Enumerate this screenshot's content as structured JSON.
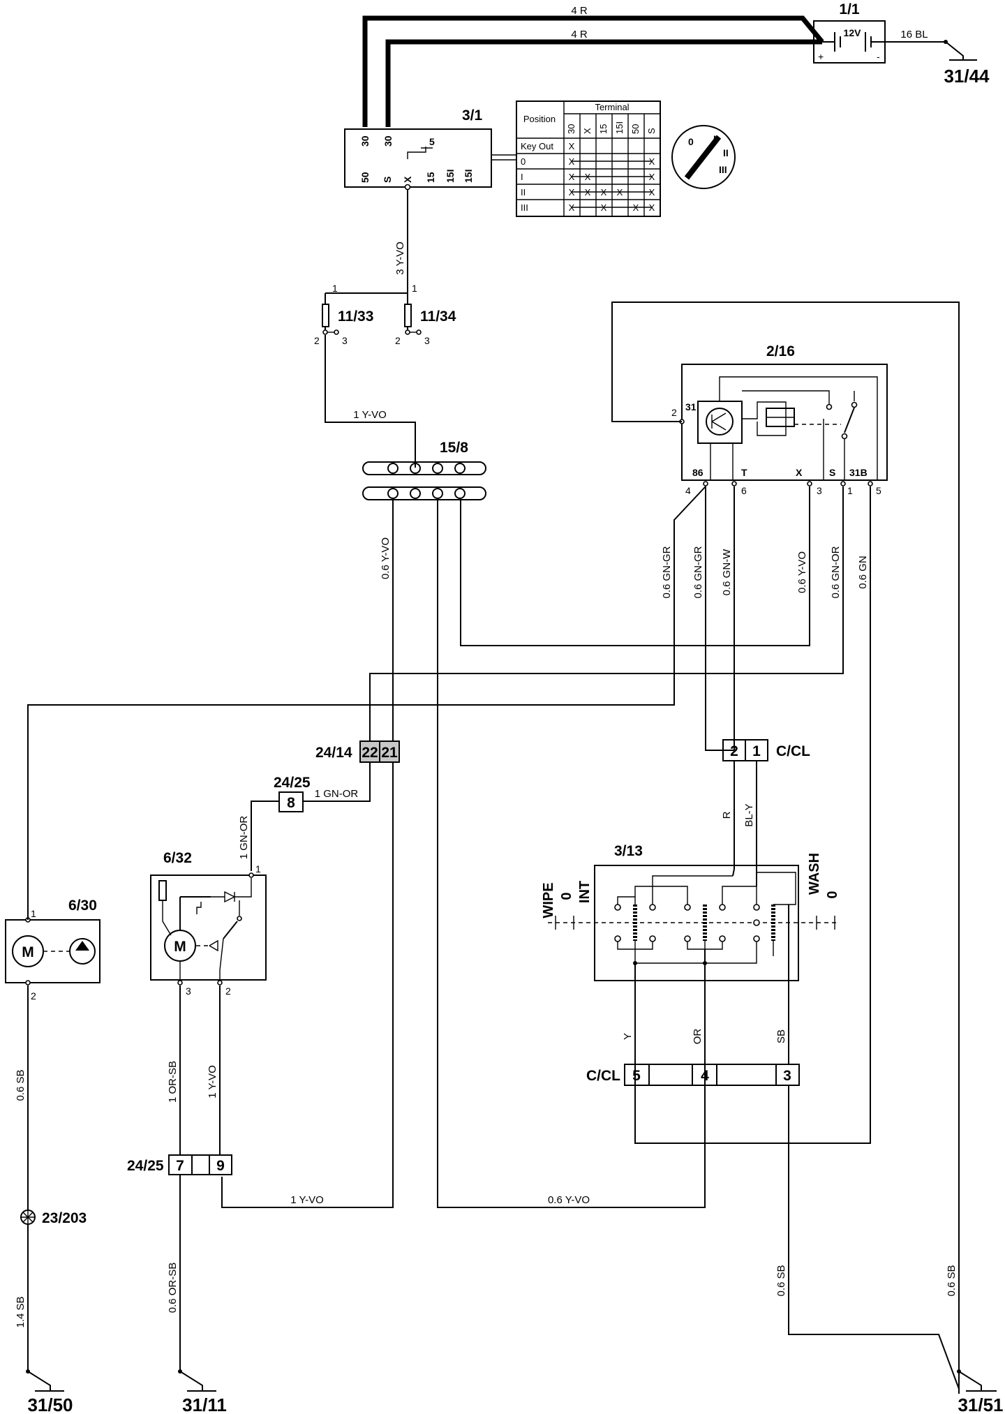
{
  "components": {
    "battery": {
      "id": "1/1",
      "voltage": "12V"
    },
    "ignition_switch": {
      "id": "3/1",
      "terminals_top": [
        "30",
        "30"
      ],
      "terminal_inner": "5",
      "terminals_bottom": [
        "50",
        "S",
        "X",
        "15",
        "15I",
        "15I"
      ]
    },
    "ignition_table": {
      "header_position": "Position",
      "header_terminal": "Terminal",
      "terminals": [
        "30",
        "X",
        "15",
        "15I",
        "50",
        "S"
      ],
      "rows": [
        {
          "pos": "Key Out",
          "marks": [
            "X",
            "",
            "",
            "",
            "",
            ""
          ]
        },
        {
          "pos": "0",
          "marks": [
            "X",
            "",
            "",
            "",
            "",
            "X"
          ]
        },
        {
          "pos": "I",
          "marks": [
            "X",
            "X",
            "",
            "",
            "",
            "X"
          ]
        },
        {
          "pos": "II",
          "marks": [
            "X",
            "X",
            "X",
            "X",
            "",
            "X"
          ]
        },
        {
          "pos": "III",
          "marks": [
            "X",
            "",
            "X",
            "",
            "X",
            "X"
          ]
        }
      ]
    },
    "key_positions": [
      "0",
      "I",
      "II",
      "III"
    ],
    "fuse_a": {
      "id": "11/33",
      "pins": [
        "1",
        "2",
        "3"
      ]
    },
    "fuse_b": {
      "id": "11/34",
      "pins": [
        "1",
        "2",
        "3"
      ]
    },
    "splice": {
      "id": "15/8"
    },
    "relay": {
      "id": "2/16",
      "pin_side": "2",
      "pin_side_label": "31",
      "terminals": [
        "86",
        "T",
        "X",
        "S",
        "31B"
      ],
      "pins": [
        "4",
        "6",
        "3",
        "1",
        "5"
      ]
    },
    "connector_24_14": {
      "id": "24/14",
      "pins": [
        "22",
        "21"
      ]
    },
    "connector_24_25_top": {
      "id": "24/25",
      "pin": "8"
    },
    "connector_24_25_bottom": {
      "id": "24/25",
      "pins": [
        "7",
        "9"
      ]
    },
    "connector_ccl_top": {
      "id": "C/CL",
      "pins": [
        "2",
        "1"
      ]
    },
    "connector_ccl_bottom": {
      "id": "C/CL",
      "pins": [
        "5",
        "4",
        "3"
      ]
    },
    "washer_pump": {
      "id": "6/30",
      "symbol": "M",
      "pins": [
        "1",
        "2"
      ]
    },
    "wiper_motor": {
      "id": "6/32",
      "symbol": "M",
      "pins": [
        "1",
        "3",
        "2"
      ]
    },
    "wiper_switch": {
      "id": "3/13",
      "left_label": "WIPE",
      "left_zero": "0",
      "int_label": "INT",
      "right_label": "WASH",
      "right_zero": "0"
    },
    "bulb": {
      "id": "23/203"
    }
  },
  "grounds": [
    "31/44",
    "31/50",
    "31/11",
    "31/51"
  ],
  "wires": {
    "batt_top": "4 R",
    "batt_second": "4 R",
    "batt_ground": "16 BL",
    "ign_to_fuse": "3 Y-VO",
    "fuse_to_splice": "1 Y-VO",
    "splice_to_2421": "0.6 Y-VO",
    "relay_86a": "0.6 GN-GR",
    "relay_86b": "0.6 GN-GR",
    "relay_t": "0.6 GN-W",
    "relay_x": "0.6 Y-VO",
    "relay_s": "0.6 GN-OR",
    "relay_31b": "0.6 GN",
    "conn8_gnor": "1 GN-OR",
    "motor_pin1": "1 GN-OR",
    "ccl_r": "R",
    "ccl_bly": "BL-Y",
    "sw_y": "Y",
    "sw_or": "OR",
    "sw_sb": "SB",
    "pump_sb": "0.6 SB",
    "bulb_sb": "1.4 SB",
    "motor_orsb": "1 OR-SB",
    "motor_yvo": "1 Y-VO",
    "conn7_orsb": "0.6 OR-SB",
    "bottom_yvo_a": "1 Y-VO",
    "bottom_yvo_b": "0.6 Y-VO",
    "ground_sb_a": "0.6 SB",
    "ground_sb_b": "0.6 SB"
  }
}
